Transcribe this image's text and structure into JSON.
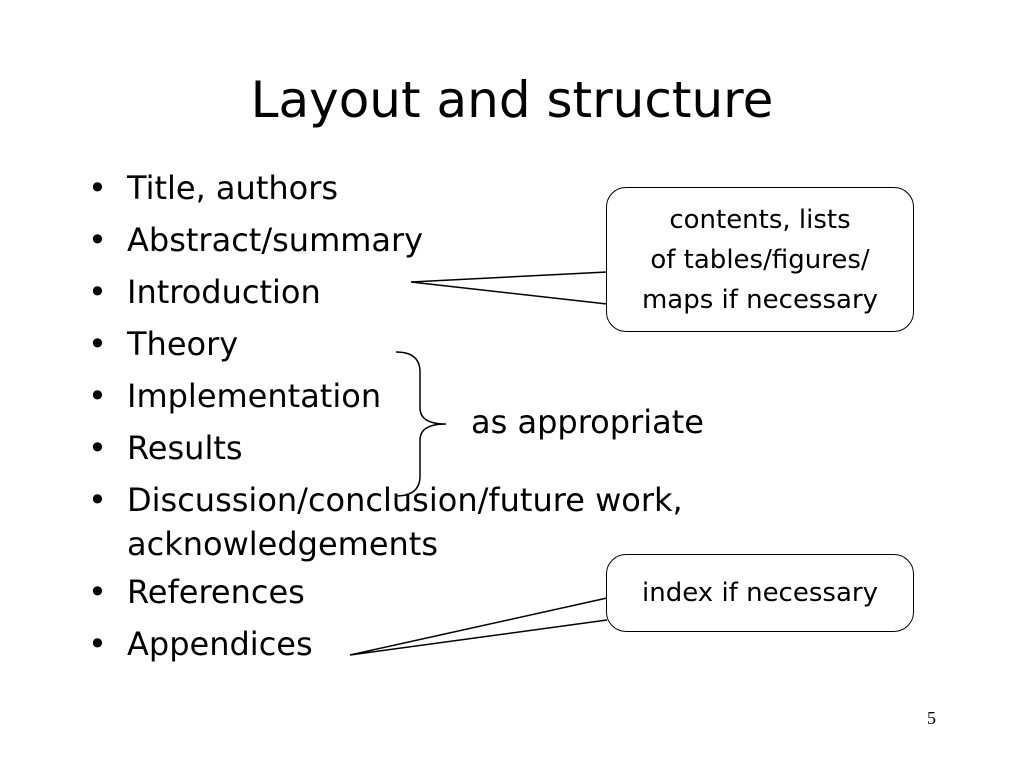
{
  "slide": {
    "title": "Layout and structure",
    "bullet_symbol": "•",
    "bullets": [
      "Title, authors",
      "Abstract/summary",
      "Introduction",
      "Theory",
      "Implementation",
      "Results",
      "Discussion/conclusion/future work, acknowledgements",
      "References",
      "Appendices"
    ],
    "callout_top": {
      "lines": [
        "contents, lists",
        "of tables/figures/",
        "maps if necessary"
      ]
    },
    "brace_label": "as appropriate",
    "callout_bottom": {
      "text": "index if necessary"
    },
    "page_number": "5"
  }
}
